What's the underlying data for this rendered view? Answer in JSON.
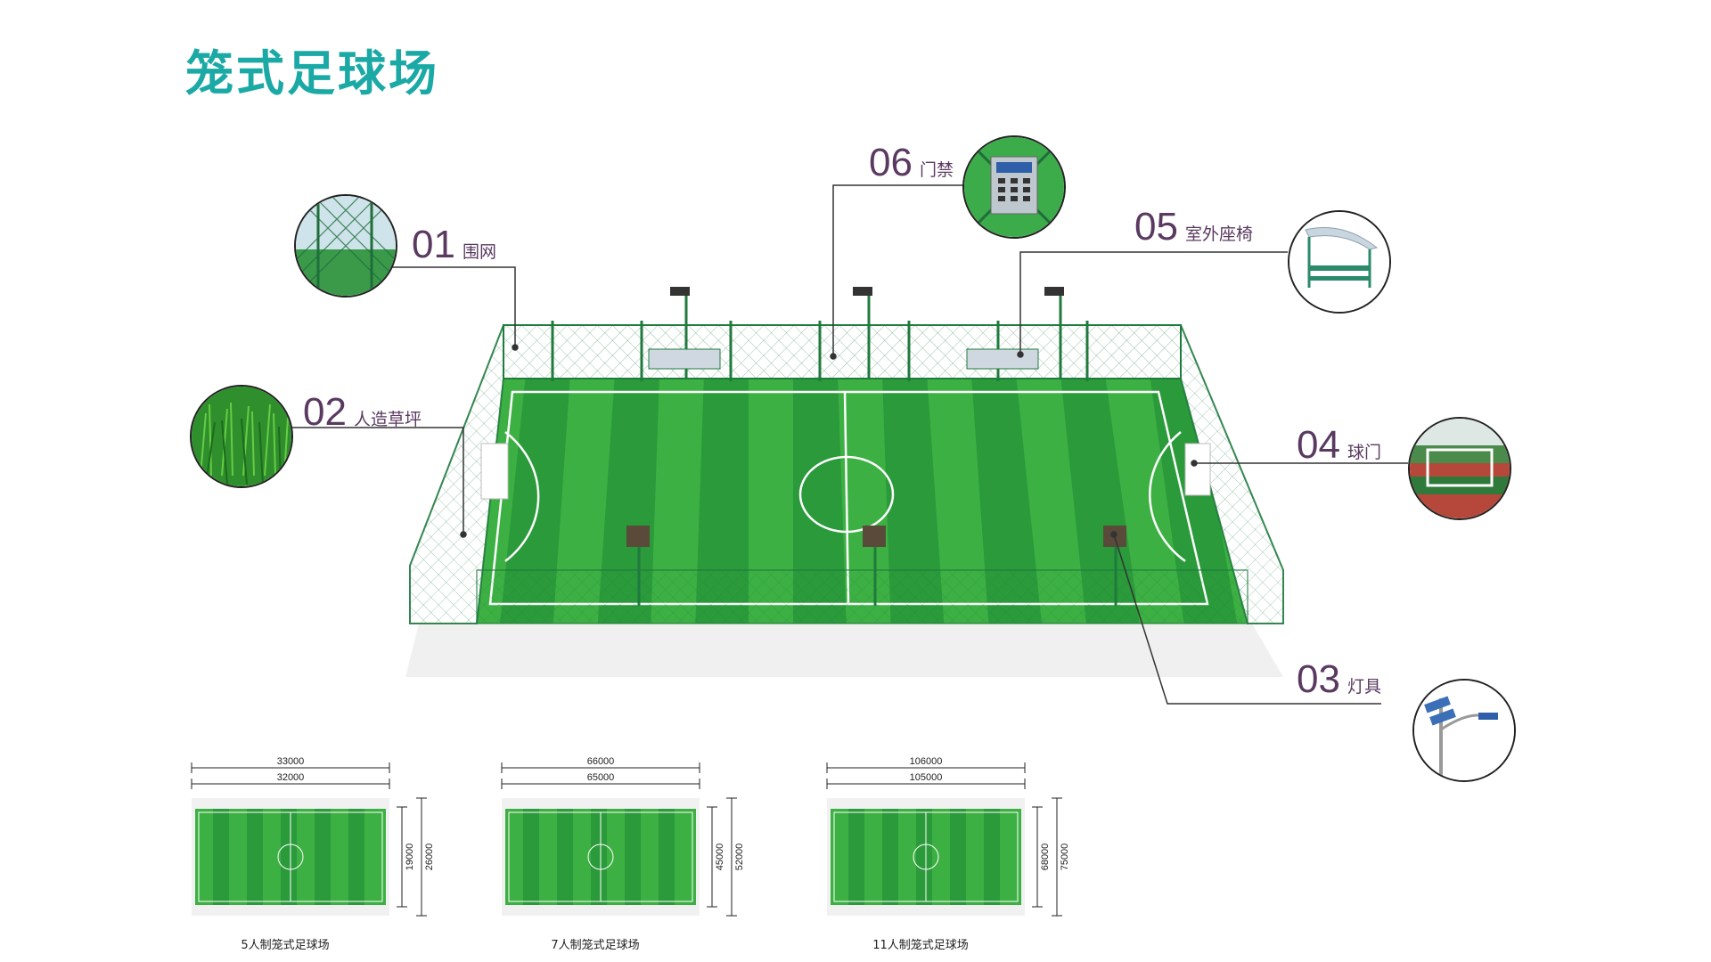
{
  "title": "笼式足球场",
  "callouts": [
    {
      "num": "01",
      "label": "围网"
    },
    {
      "num": "02",
      "label": "人造草坪"
    },
    {
      "num": "03",
      "label": "灯具"
    },
    {
      "num": "04",
      "label": "球门"
    },
    {
      "num": "05",
      "label": "室外座椅"
    },
    {
      "num": "06",
      "label": "门禁"
    }
  ],
  "fields": [
    {
      "caption": "5人制笼式足球场",
      "outer_len": "33000",
      "inner_len": "32000",
      "inner_w": "19000",
      "outer_w": "26000"
    },
    {
      "caption": "7人制笼式足球场",
      "outer_len": "66000",
      "inner_len": "65000",
      "inner_w": "45000",
      "outer_w": "52000"
    },
    {
      "caption": "11人制笼式足球场",
      "outer_len": "106000",
      "inner_len": "105000",
      "inner_w": "68000",
      "outer_w": "75000"
    }
  ],
  "colors": {
    "title": "#1ba9a6",
    "callout": "#5a3a60",
    "grass_dark": "#2a9a3a",
    "grass_light": "#4fc24f",
    "fence": "#1f7a3e"
  },
  "icons": [
    "fence-net-icon",
    "artificial-turf-icon",
    "street-light-icon",
    "goal-icon",
    "bench-icon",
    "access-keypad-icon"
  ]
}
